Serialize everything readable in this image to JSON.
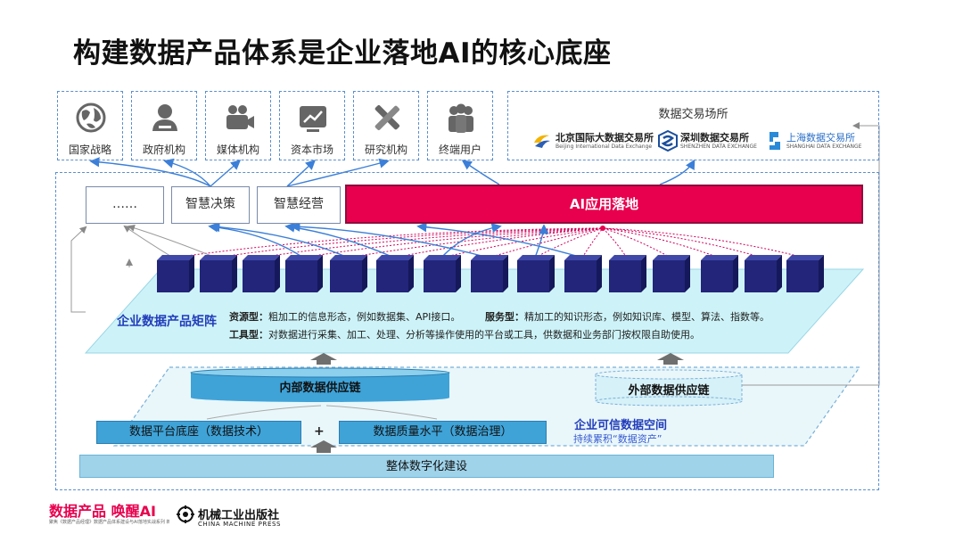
{
  "title": "构建数据产品体系是企业落地AI的核心底座",
  "entities": [
    {
      "label": "国家战略",
      "icon": "globe-icon"
    },
    {
      "label": "政府机构",
      "icon": "person-icon"
    },
    {
      "label": "媒体机构",
      "icon": "video-icon"
    },
    {
      "label": "资本市场",
      "icon": "trend-chart-icon"
    },
    {
      "label": "研究机构",
      "icon": "tools-icon"
    },
    {
      "label": "终端用户",
      "icon": "users-icon"
    }
  ],
  "exchange": {
    "title": "数据交易场所",
    "logos": [
      {
        "name": "北京国际大数据交易所",
        "sub": "Beijing International Data Exchange"
      },
      {
        "name": "深圳数据交易所",
        "sub": "SHENZHEN DATA EXCHANGE"
      },
      {
        "name": "上海数据交易所",
        "sub": "SHANGHAI DATA EXCHANGE"
      }
    ]
  },
  "apps": {
    "ellipsis": "……",
    "decision": "智慧决策",
    "operation": "智慧经营",
    "ai": "AI应用落地"
  },
  "matrix": {
    "label": "企业数据产品矩阵",
    "resource_key": "资源型：",
    "resource_desc": "粗加工的信息形态，例如数据集、API接口。",
    "service_key": "服务型：",
    "service_desc": "精加工的知识形态，例如知识库、模型、算法、指数等。",
    "tool_key": "工具型：",
    "tool_desc": "对数据进行采集、加工、处理、分析等操作使用的平台或工具，供数据和业务部门按权限自助使用。"
  },
  "supply": {
    "internal": "内部数据供应链",
    "external": "外部数据供应链",
    "platform": "数据平台底座（数据技术）",
    "plus": "+",
    "quality": "数据质量水平（数据治理）",
    "trusted_label": "企业可信数据空间",
    "trusted_sub": "持续累积“数据资产”",
    "foundation": "整体数字化建设"
  },
  "footer": {
    "brand": "数据产品 唤醒AI",
    "brand_sub": "聚焦《数据产品经理》数据产品体系建设与AI落地实战系列 新书发布会",
    "publisher": "机械工业出版社",
    "publisher_en": "CHINA MACHINE PRESS"
  },
  "colors": {
    "accent_red": "#e8004e",
    "cube": "#22257a",
    "panel": "#cdf3f8",
    "bar_blue": "#3fa3d8",
    "label_blue": "#223cba"
  }
}
